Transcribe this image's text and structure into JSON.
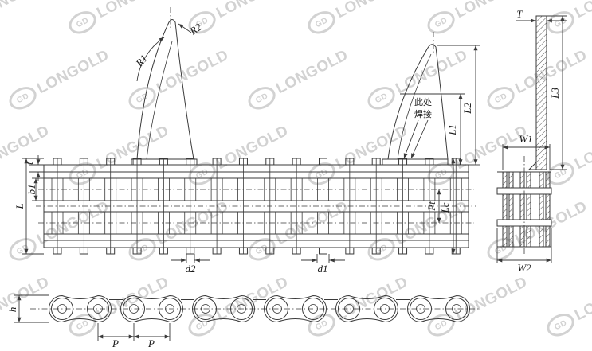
{
  "watermark": {
    "brand": "LONGOLD",
    "logo_text": "GD"
  },
  "drawing": {
    "labels": {
      "r1": "R1",
      "r2": "R2",
      "l1": "L1",
      "l2": "L2",
      "weld_note_line1": "此处",
      "weld_note_line2": "焊接",
      "t_small": "t",
      "b1": "b1",
      "l": "L",
      "pt": "Pt",
      "lc": "Lc",
      "d2": "d2",
      "d1": "d1",
      "t_cap": "T",
      "l3": "L3",
      "w1": "W1",
      "w2": "W2",
      "h": "h",
      "p1": "P",
      "p2": "P"
    },
    "colors": {
      "line": "#3a3a3a",
      "watermark": "#d2d2d2",
      "background": "#ffffff"
    }
  }
}
